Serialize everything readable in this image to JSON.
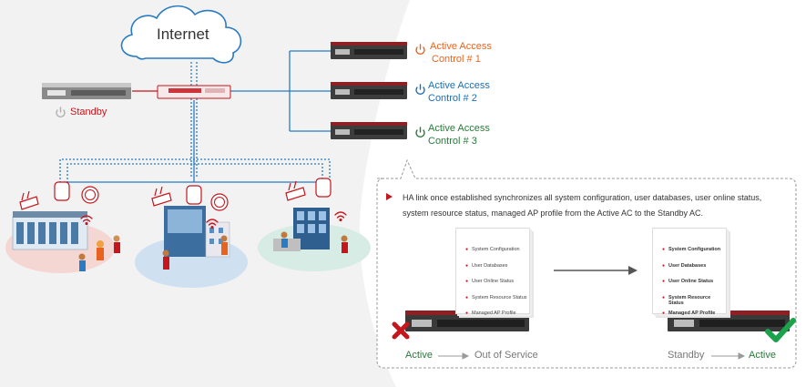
{
  "internet": {
    "label": "Internet"
  },
  "standby_unit": {
    "label": "Standby",
    "icon": "power-icon"
  },
  "access_controls": [
    {
      "line1": "Active Access",
      "line2": "Control # 1",
      "color": "#e8641e"
    },
    {
      "line1": "Active Access",
      "line2": "Control # 2",
      "color": "#1a6fb8"
    },
    {
      "line1": "Active Access",
      "line2": "Control # 3",
      "color": "#2a7a3a"
    }
  ],
  "callout": {
    "text": "HA link once established synchronizes all system configuration, user databases, user online status, system resource status, managed AP profile from the Active AC to the Standby AC.",
    "sync_items": [
      "System Configuration",
      "User Databases",
      "User Online Status",
      "System Resource Status",
      "Managed AP Profile"
    ],
    "left_state_from": "Active",
    "left_state_to": "Out of Service",
    "right_state_from": "Standby",
    "right_state_to": "Active"
  },
  "colors": {
    "accent_red": "#c4161c",
    "accent_orange": "#e8641e",
    "accent_blue": "#1a6fb8",
    "accent_green": "#2a7a3a",
    "check_green": "#1aa34a"
  }
}
